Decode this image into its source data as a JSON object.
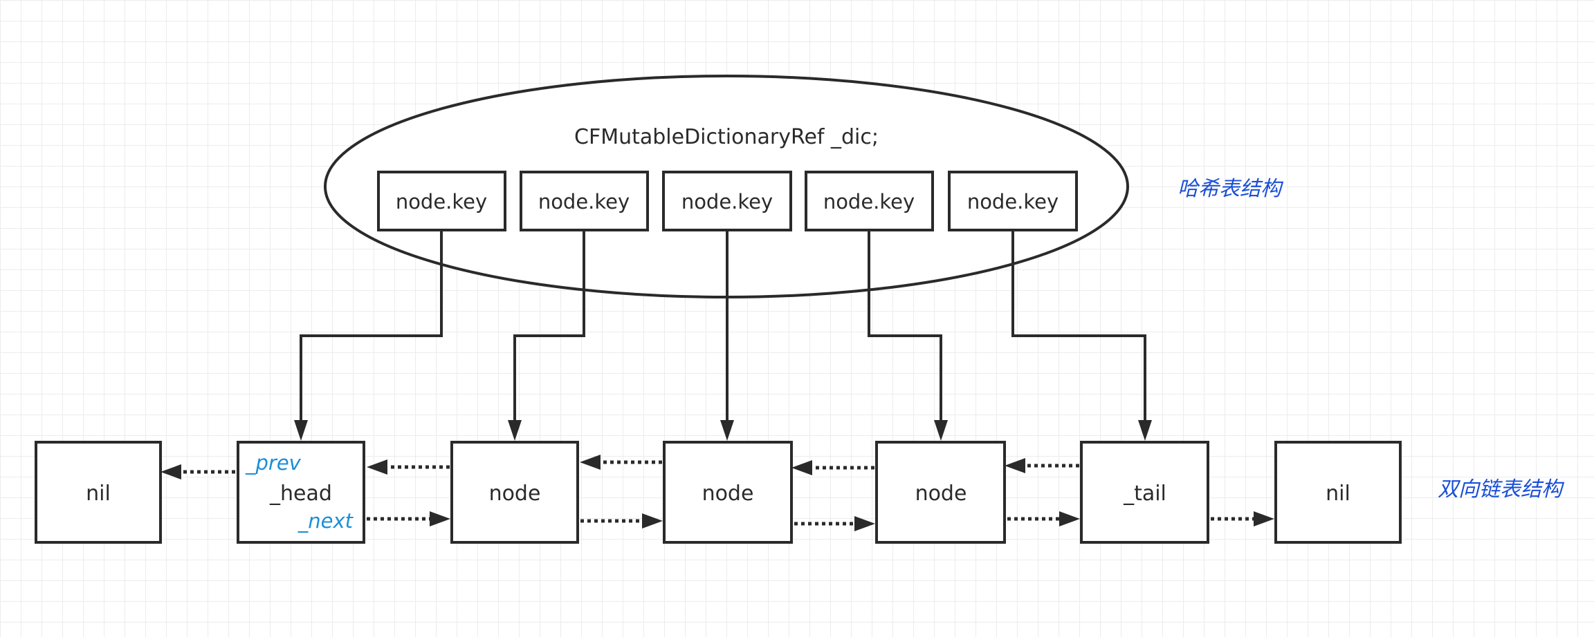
{
  "hash": {
    "title": "CFMutableDictionaryRef _dic;",
    "keys": [
      "node.key",
      "node.key",
      "node.key",
      "node.key",
      "node.key"
    ],
    "side_label": "哈希表结构"
  },
  "list": {
    "nil_left": "nil",
    "head": "_head",
    "head_prev": "_prev",
    "head_next": "_next",
    "nodes": [
      "node",
      "node",
      "node"
    ],
    "tail": "_tail",
    "nil_right": "nil",
    "side_label": "双向链表结构"
  },
  "colors": {
    "stroke": "#2a2a2a",
    "pointer_label": "#1a8fd6",
    "side_label": "#1a4fd6",
    "grid": "#ececec"
  }
}
